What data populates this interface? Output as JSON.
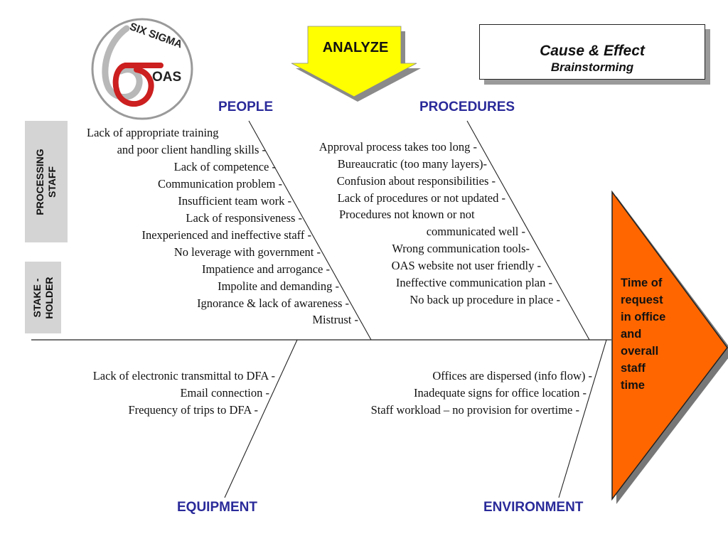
{
  "header": {
    "title": "Cause & Effect",
    "subtitle": "Brainstorming",
    "stage": "ANALYZE"
  },
  "logo": {
    "top_text": "SIX SIGMA",
    "org": "OAS"
  },
  "effect": {
    "lines": [
      "Time of",
      "request",
      "in office",
      "and",
      "overall",
      "staff",
      "time"
    ]
  },
  "side_labels": {
    "processing": [
      "PROCESSING",
      "STAFF"
    ],
    "stakeholder": [
      "STAKE -",
      "HOLDER"
    ]
  },
  "categories": {
    "people": "PEOPLE",
    "procedures": "PROCEDURES",
    "equipment": "EQUIPMENT",
    "environment": "ENVIRONMENT"
  },
  "causes": {
    "people": [
      "Lack of appropriate training",
      "and poor client handling skills -",
      "Lack of competence -",
      "Communication problem -",
      "Insufficient team work -",
      "Lack of responsiveness -",
      "Inexperienced and ineffective staff -",
      "No leverage with government -",
      "Impatience and arrogance -",
      "Impolite and demanding -",
      "Ignorance & lack of awareness -",
      "Mistrust -"
    ],
    "procedures": [
      "Approval process takes too long -",
      "Bureaucratic (too many layers)-",
      "Confusion about responsibilities -",
      "Lack of procedures or not updated -",
      "Procedures not known or not",
      "communicated well -",
      "Wrong communication tools-",
      "OAS website not user friendly -",
      "Ineffective communication plan -",
      "No back up procedure in place -"
    ],
    "equipment": [
      "Lack of electronic transmittal to DFA -",
      "Email connection -",
      "Frequency of trips to DFA -"
    ],
    "environment": [
      "Offices are dispersed (info flow) -",
      "Inadequate signs for office location -",
      "Staff workload – no provision for overtime -"
    ]
  },
  "colors": {
    "category_text": "#2a2a9a",
    "effect_fill": "#ff6600",
    "arrow_fill": "#ffff00",
    "logo_red": "#cc1f1f",
    "side_label_bg": "#d4d4d4"
  }
}
